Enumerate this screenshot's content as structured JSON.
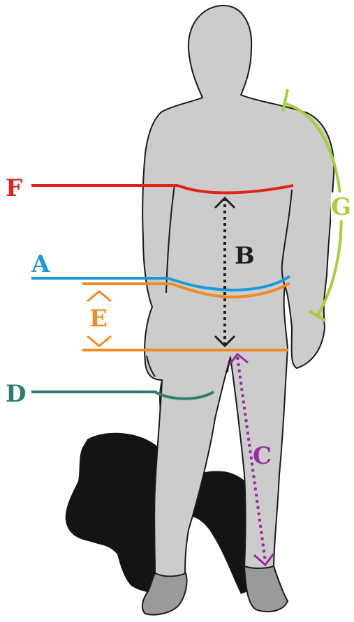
{
  "labels": {
    "a": "A",
    "b": "B",
    "c": "C",
    "d": "D",
    "e": "E",
    "f": "F",
    "g": "G"
  },
  "colors": {
    "a": "#1a9bd7",
    "b": "#231f20",
    "c": "#9b2a9b",
    "d": "#2e7d6f",
    "e": "#f08a24",
    "f": "#e2231a",
    "g": "#a6cf38",
    "body": "#cccccc",
    "outline": "#1a1a1a",
    "shadow": "#141414"
  },
  "icons": {
    "figure": "human-figure-icon",
    "shadow": "shadow-silhouette"
  }
}
